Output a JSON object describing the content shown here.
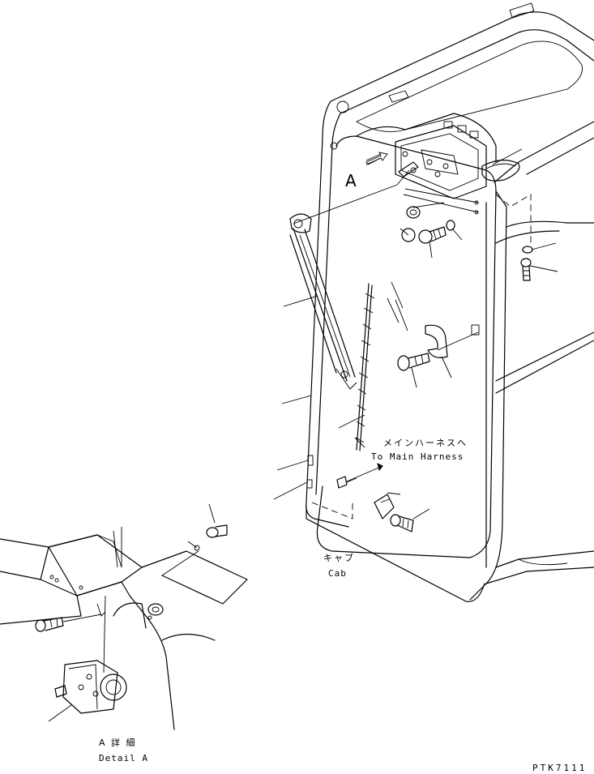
{
  "labels": {
    "view_a": "A",
    "to_main_jp": "メインハーネスへ",
    "to_main_en": "To Main Harness",
    "cab_jp": "キャブ",
    "cab_en": "Cab",
    "detail_jp": "A 詳 細",
    "detail_en": "Detail A",
    "code": "PTK7111"
  }
}
